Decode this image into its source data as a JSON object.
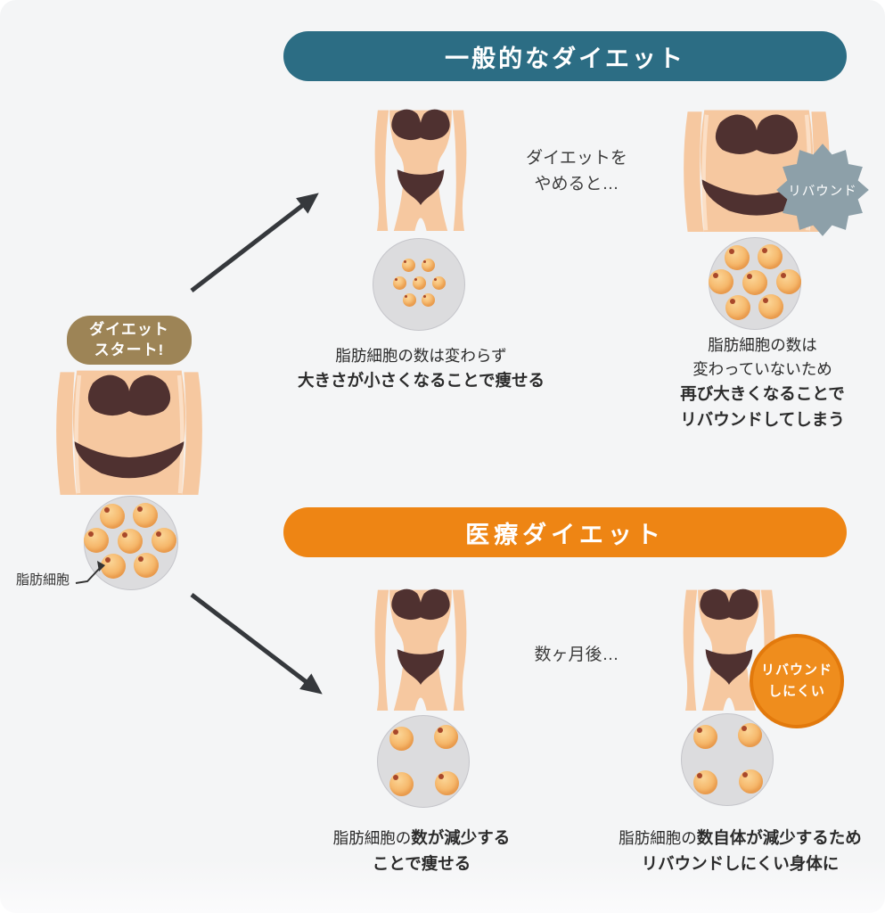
{
  "banners": {
    "general": "一般的なダイエット",
    "medical": "医療ダイエット"
  },
  "start_badge": {
    "line1": "ダイエット",
    "line2": "スタート!"
  },
  "fat_cell_label": "脂肪細胞",
  "notes": {
    "quit_diet_line1": "ダイエットを",
    "quit_diet_line2": "やめると…",
    "months_later": "数ヶ月後…"
  },
  "badges": {
    "rebound": "リバウンド",
    "rebound_resistant_line1": "リバウンド",
    "rebound_resistant_line2": "しにくい"
  },
  "captions": {
    "general_after_line1": "脂肪細胞の数は変わらず",
    "general_after_line2": "大きさが小さくなることで痩せる",
    "general_rebound_line1": "脂肪細胞の数は",
    "general_rebound_line2": "変わっていないため",
    "general_rebound_line3": "再び大きくなることで",
    "general_rebound_line4": "リバウンドしてしまう",
    "medical_after_line1_normal": "脂肪細胞の",
    "medical_after_line1_bold": "数が減少する",
    "medical_after_line2": "ことで痩せる",
    "medical_rebound_line1_normal": "脂肪細胞の",
    "medical_rebound_line1_bold": "数自体が減少するため",
    "medical_rebound_line2": "リバウンドしにくい身体に"
  },
  "cell_circles": {
    "start": {
      "count": 7,
      "size": "large"
    },
    "general_after": {
      "count": 7,
      "size": "small"
    },
    "general_rebound": {
      "count": 7,
      "size": "large"
    },
    "medical_after": {
      "count": 4,
      "size": "medium"
    },
    "medical_rebound": {
      "count": 4,
      "size": "medium"
    }
  },
  "colors": {
    "bg": "#f4f5f6",
    "teal": "#2c6d84",
    "orange": "#ee8514",
    "brown": "#9d8456",
    "starGray": "#8da0a9",
    "skin": "#f6c8a0",
    "skinLight": "#fbdfc6",
    "swimwear": "#4f3130",
    "arrow": "#35383c",
    "circle": "#dcdcde",
    "nucleus": "#a8482b",
    "badgeOrange": "#ef8d1d",
    "badgeOrangeBorder": "#e2790c"
  }
}
